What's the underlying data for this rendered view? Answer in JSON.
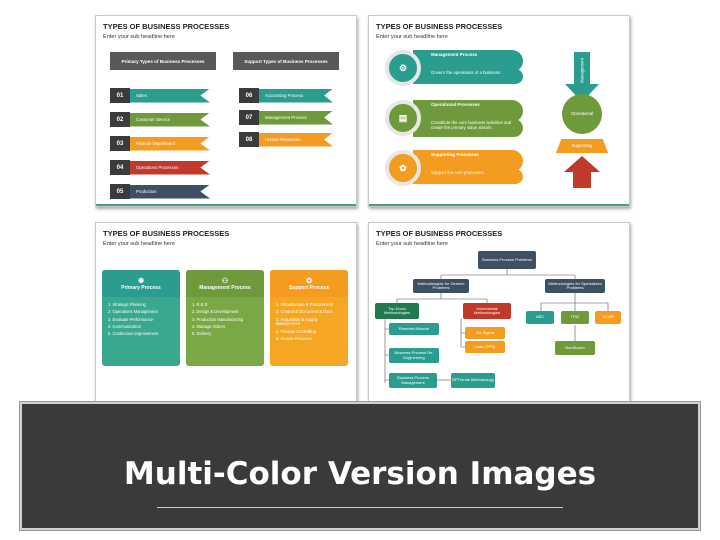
{
  "slides": {
    "title": "TYPES OF BUSINESS PROCESSES",
    "subtitle": "Enter your sub headline here"
  },
  "slide1": {
    "primary_header": "Primary Types of Business Processes",
    "support_header": "Support Types of Business Processes",
    "primary_items": [
      {
        "num": "01",
        "label": "Sales",
        "color": "#2a9d8f"
      },
      {
        "num": "02",
        "label": "Customer Service",
        "color": "#6e9a3c"
      },
      {
        "num": "03",
        "label": "Finance Department",
        "color": "#f39c1f"
      },
      {
        "num": "04",
        "label": "Operations Processes",
        "color": "#c0392b"
      },
      {
        "num": "05",
        "label": "Production",
        "color": "#3d4f63"
      }
    ],
    "support_items": [
      {
        "num": "06",
        "label": "Accounting Process",
        "color": "#2a9d8f"
      },
      {
        "num": "07",
        "label": "Management Process",
        "color": "#6e9a3c"
      },
      {
        "num": "08",
        "label": "Human Resources",
        "color": "#f39c1f"
      }
    ]
  },
  "slide2": {
    "items": [
      {
        "title": "Management Process",
        "desc": "Govern the operations of a business.",
        "color": "#2a9d8f"
      },
      {
        "title": "Operational Processes",
        "desc": "Constitute the core business activities and create the primary value stream.",
        "color": "#6e9a3c"
      },
      {
        "title": "Supporting Processes",
        "desc": "Support the core processes.",
        "color": "#f39c1f"
      }
    ],
    "right_top": "Management",
    "right_mid": "Operational",
    "right_bottom": "Supporting"
  },
  "slide3": {
    "columns": [
      {
        "title": "Primary Process",
        "color": "#2a9d8f",
        "body_color": "#3aa78f",
        "items": [
          "1. Strategic Planning",
          "2. Operations Management",
          "3. Evaluate Performance",
          "4. Communication",
          "5. Continuous Improvement"
        ]
      },
      {
        "title": "Management Process",
        "color": "#6e9a3c",
        "body_color": "#7aa844",
        "items": [
          "1. R & D",
          "2. Design & Development",
          "3. Production Manufacturing",
          "4. Manage Orders",
          "5. Delivery"
        ]
      },
      {
        "title": "Support Process",
        "color": "#f39c1f",
        "body_color": "#f5a623",
        "items": [
          "1. Infrastructure & Procurement",
          "2. Control of Document & Data",
          "3. Acquisition & Supply Management",
          "4. Finance Controlling",
          "5. Human Resource"
        ]
      }
    ]
  },
  "slide4": {
    "root": "Business Process Problems",
    "generic": "Methodologies for Generic Problems",
    "specialized": "Methodologies for Specialized Problems",
    "topdown": "Top Down Methodologies",
    "incremental": "Incremental Methodologies",
    "rummler": "Rummler-Brache",
    "bpr": "Business Process Re-Engineering",
    "bpm": "Business Process Management",
    "bptrends": "BPTrends Methodology",
    "sixsigma": "Six Sigma",
    "lean": "Lean (TPS)",
    "abc": "ABC",
    "triz": "TRIZ",
    "scor": "SCOR",
    "nonstocch": "NonStocch"
  },
  "banner": {
    "title": "Multi-Color Version Images"
  }
}
